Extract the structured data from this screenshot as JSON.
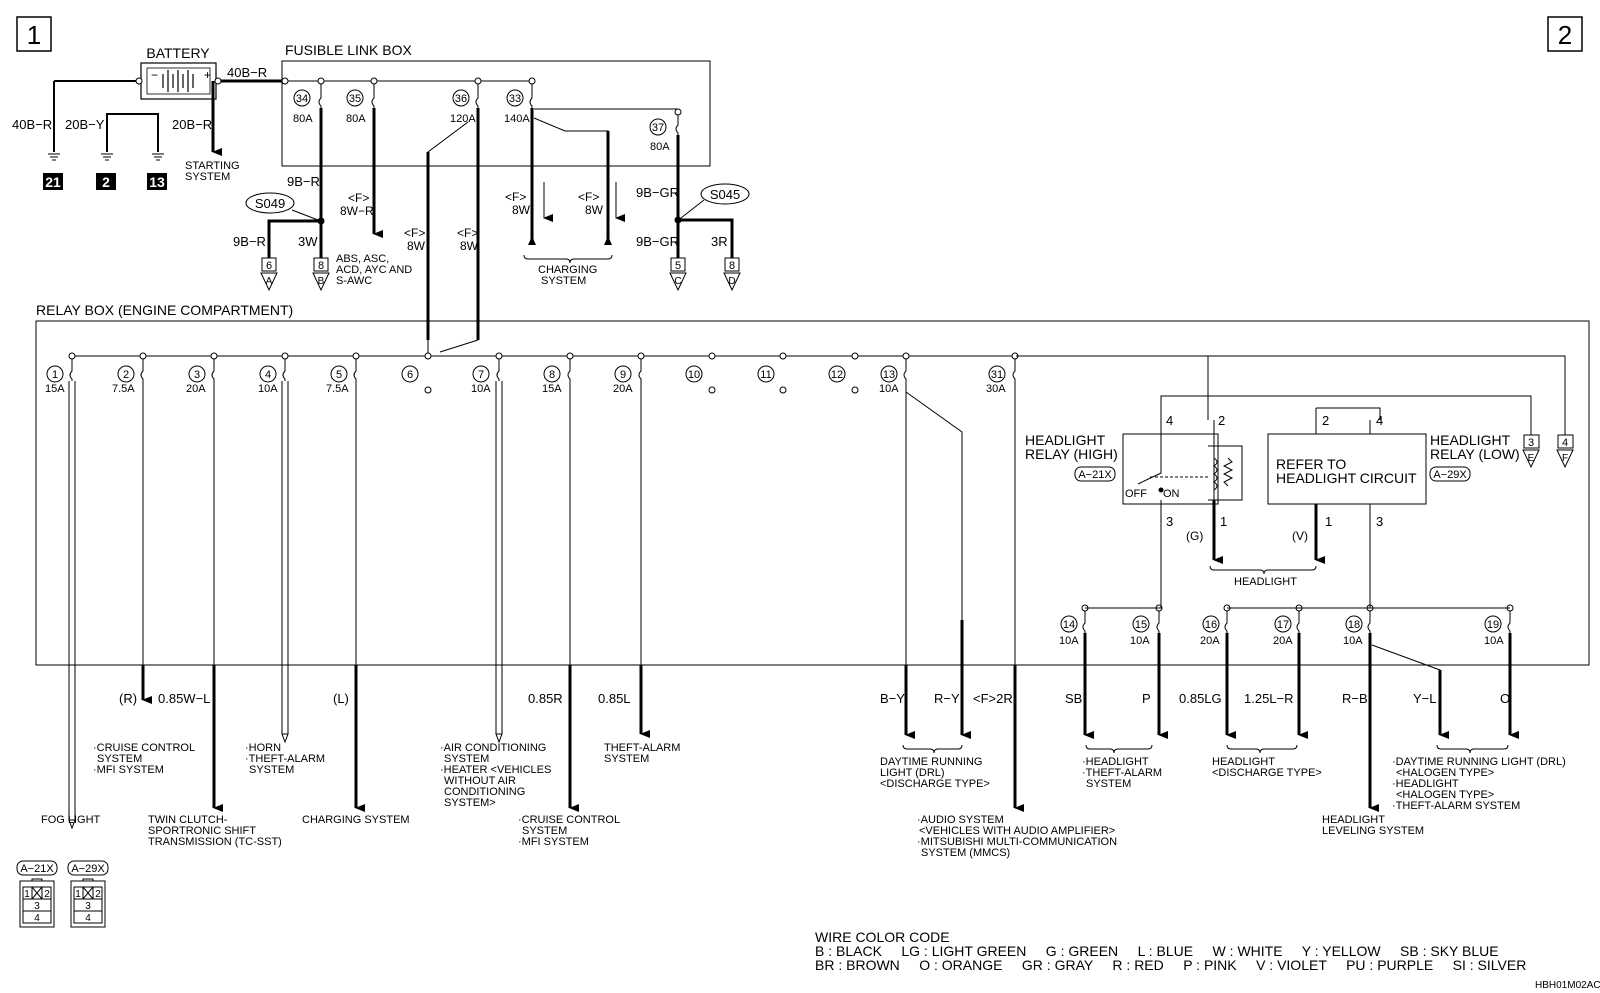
{
  "page_marks": {
    "left": "1",
    "right": "2"
  },
  "battery": {
    "label": "BATTERY",
    "minus": "−",
    "plus": "+",
    "out_wire": "40B−R"
  },
  "grounds": {
    "g1_wire": "40B−R",
    "g2_wire": "20B−Y",
    "starter_wire": "20B−R",
    "g1_label": "21",
    "g2_label": "2",
    "g3_label": "13",
    "starting_system_1": "STARTING",
    "starting_system_2": "SYSTEM"
  },
  "fusible_link_box": {
    "title": "FUSIBLE LINK BOX",
    "links": [
      {
        "num": "34",
        "rating": "80A"
      },
      {
        "num": "35",
        "rating": "80A"
      },
      {
        "num": "36",
        "rating": "120A"
      },
      {
        "num": "33",
        "rating": "140A"
      },
      {
        "num": "37",
        "rating": "80A"
      }
    ]
  },
  "upper_wires": {
    "w9br": "9B−R",
    "f8wr_a": "<F>",
    "f8wr_b": "8W−R",
    "s049": "S049",
    "w9br_b": "9B−R",
    "w3w": "3W",
    "abs_1": "ABS, ASC,",
    "abs_2": "ACD, AYC AND",
    "abs_3": "S-AWC",
    "f8w_a": "<F>",
    "f8w_b": "8W",
    "f8w_c": "<F>",
    "f8w_d": "8W",
    "f8w_e": "<F>",
    "f8w_f": "8W",
    "f8w_g": "<F>",
    "f8w_h": "8W",
    "charging_1": "CHARGING",
    "charging_2": "SYSTEM",
    "w9bgr": "9B−GR",
    "s045": "S045",
    "w9bgr_b": "9B−GR",
    "w3r": "3R"
  },
  "connectors": [
    {
      "num": "6",
      "letter": "A"
    },
    {
      "num": "8",
      "letter": "B"
    },
    {
      "num": "5",
      "letter": "C"
    },
    {
      "num": "8",
      "letter": "D"
    },
    {
      "num": "3",
      "letter": "E"
    },
    {
      "num": "4",
      "letter": "F"
    }
  ],
  "relay_box": {
    "title": "RELAY BOX (ENGINE COMPARTMENT)",
    "fuses": [
      {
        "num": "1",
        "rating": "15A"
      },
      {
        "num": "2",
        "rating": "7.5A"
      },
      {
        "num": "3",
        "rating": "20A"
      },
      {
        "num": "4",
        "rating": "10A"
      },
      {
        "num": "5",
        "rating": "7.5A"
      },
      {
        "num": "6",
        "rating": ""
      },
      {
        "num": "7",
        "rating": "10A"
      },
      {
        "num": "8",
        "rating": "15A"
      },
      {
        "num": "9",
        "rating": "20A"
      },
      {
        "num": "10",
        "rating": ""
      },
      {
        "num": "11",
        "rating": ""
      },
      {
        "num": "12",
        "rating": ""
      },
      {
        "num": "13",
        "rating": "10A"
      },
      {
        "num": "31",
        "rating": "30A"
      },
      {
        "num": "14",
        "rating": "10A"
      },
      {
        "num": "15",
        "rating": "10A"
      },
      {
        "num": "16",
        "rating": "20A"
      },
      {
        "num": "17",
        "rating": "20A"
      },
      {
        "num": "18",
        "rating": "10A"
      },
      {
        "num": "19",
        "rating": "10A"
      }
    ]
  },
  "relays": {
    "high_1": "HEADLIGHT",
    "high_2": "RELAY (HIGH)",
    "high_conn": "A−21X",
    "low_1": "HEADLIGHT",
    "low_2": "RELAY (LOW)",
    "low_conn": "A−29X",
    "refer_1": "REFER TO",
    "refer_2": "HEADLIGHT CIRCUIT",
    "off": "OFF",
    "on": "ON",
    "p4a": "4",
    "p2a": "2",
    "p3a": "3",
    "p1a": "1",
    "p2b": "2",
    "p4b": "4",
    "p1b": "1",
    "p3b": "3",
    "g": "(G)",
    "v": "(V)",
    "headlight": "HEADLIGHT"
  },
  "lower_wires": {
    "r": "(R)",
    "w085wl": "0.85W−L",
    "l": "(L)",
    "w085r": "0.85R",
    "w085l": "0.85L",
    "by": "B−Y",
    "ry": "R−Y",
    "f2r": "<F>2R",
    "sb": "SB",
    "p": "P",
    "lg": "0.85LG",
    "lr": "1.25L−R",
    "rb": "R−B",
    "yl": "Y−L",
    "o": "O"
  },
  "destinations": {
    "fog": "FOG LIGHT",
    "cruise_1": "·CRUISE CONTROL",
    "cruise_2": "SYSTEM",
    "cruise_3": "·MFI SYSTEM",
    "tc_1": "TWIN CLUTCH-",
    "tc_2": "SPORTRONIC SHIFT",
    "tc_3": "TRANSMISSION (TC-SST)",
    "horn_1": "·HORN",
    "horn_2": "·THEFT-ALARM",
    "horn_3": "SYSTEM",
    "charging": "CHARGING SYSTEM",
    "ac_1": "·AIR CONDITIONING",
    "ac_2": "SYSTEM",
    "ac_3": "·HEATER <VEHICLES",
    "ac_4": "WITHOUT AIR",
    "ac_5": "CONDITIONING",
    "ac_6": "SYSTEM>",
    "cruise2_1": "·CRUISE CONTROL",
    "cruise2_2": "SYSTEM",
    "cruise2_3": "·MFI SYSTEM",
    "theft_1": "THEFT-ALARM",
    "theft_2": "SYSTEM",
    "drl_1": "DAYTIME RUNNING",
    "drl_2": "LIGHT (DRL)",
    "drl_3": "<DISCHARGE TYPE>",
    "audio_1": "·AUDIO SYSTEM",
    "audio_2": "<VEHICLES WITH AUDIO AMPLIFIER>",
    "audio_3": "·MITSUBISHI MULTI-COMMUNICATION",
    "audio_4": "SYSTEM (MMCS)",
    "hl_1": "·HEADLIGHT",
    "hl_2": "·THEFT-ALARM",
    "hl_3": "SYSTEM",
    "hld_1": "HEADLIGHT",
    "hld_2": "<DISCHARGE TYPE>",
    "lev_1": "HEADLIGHT",
    "lev_2": "LEVELING SYSTEM",
    "drlh_1": "·DAYTIME RUNNING LIGHT (DRL)",
    "drlh_2": "<HALOGEN TYPE>",
    "drlh_3": "·HEADLIGHT",
    "drlh_4": "<HALOGEN TYPE>",
    "drlh_5": "·THEFT-ALARM SYSTEM"
  },
  "connector_views": {
    "a21x": "A−21X",
    "a29x": "A−29X",
    "pins_a": [
      "1",
      "2",
      "3",
      "4"
    ],
    "pins_b": [
      "1",
      "2",
      "3",
      "4"
    ]
  },
  "wire_color_code": {
    "title": "WIRE COLOR CODE",
    "line1": "B : BLACK     LG : LIGHT GREEN     G : GREEN     L : BLUE     W : WHITE     Y : YELLOW     SB : SKY BLUE",
    "line2": "BR : BROWN     O : ORANGE     GR : GRAY     R : RED     P : PINK     V : VIOLET     PU : PURPLE     SI : SILVER"
  },
  "figure_code": "HBH01M02AC"
}
